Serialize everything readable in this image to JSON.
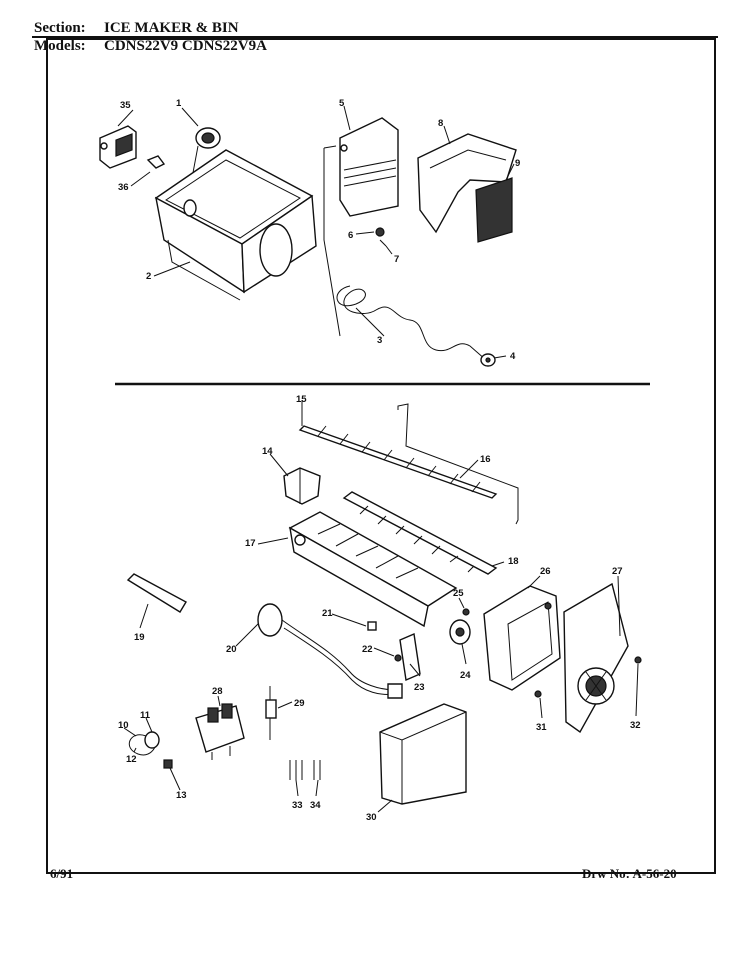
{
  "header": {
    "section_label": "Section:",
    "section_value": "ICE MAKER & BIN",
    "models_label": "Models:",
    "models_value": "CDNS22V9  CDNS22V9A"
  },
  "footer": {
    "date": "6/91",
    "drawing_number": "Drw No: A-56-20"
  },
  "callouts": [
    "1",
    "2",
    "3",
    "4",
    "5",
    "6",
    "7",
    "8",
    "9",
    "10",
    "11",
    "12",
    "13",
    "14",
    "15",
    "16",
    "17",
    "18",
    "19",
    "20",
    "21",
    "22",
    "23",
    "24",
    "25",
    "26",
    "27",
    "28",
    "29",
    "30",
    "31",
    "32",
    "33",
    "34",
    "35",
    "36"
  ]
}
